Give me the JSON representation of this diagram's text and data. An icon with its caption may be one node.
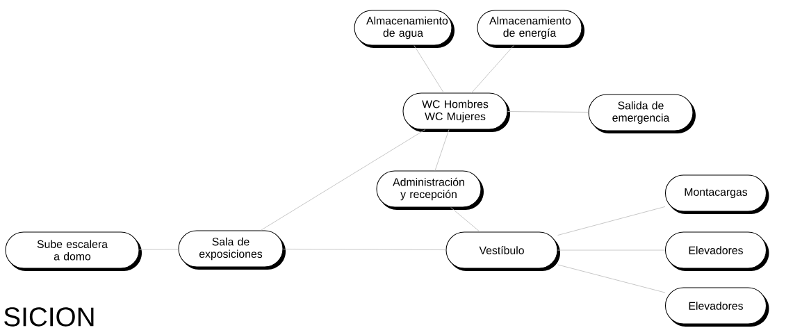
{
  "diagram": {
    "nodes": [
      {
        "text": [
          "Almacenamiento de agua"
        ]
      },
      {
        "text": [
          "Almacenamiento de energía"
        ]
      },
      {
        "text": [
          "WC Hombres WC Mujeres"
        ]
      },
      {
        "text": [
          "Salida de emergencia"
        ]
      },
      {
        "text": [
          "Administración y recepción"
        ]
      },
      {
        "text": [
          "Sube escalera a domo"
        ]
      },
      {
        "text": [
          "Sala de exposiciones"
        ]
      },
      {
        "text": [
          "Vestíbulo"
        ]
      },
      {
        "text": [
          "Montacargas"
        ]
      },
      {
        "text": [
          "Elevadores"
        ]
      },
      {
        "text": [
          "Elevadores"
        ]
      }
    ],
    "edges": [
      {
        "from": 2,
        "to": 0,
        "arrow": "none"
      },
      {
        "from": 2,
        "to": 1,
        "arrow": "none"
      },
      {
        "from": 2,
        "to": 3,
        "arrow": "none"
      },
      {
        "from": 6,
        "to": 2,
        "arrow": "none"
      },
      {
        "from": 2,
        "to": 4,
        "arrow": "none"
      },
      {
        "from": 4,
        "to": 7,
        "arrow": "none"
      },
      {
        "from": 5,
        "to": 6,
        "arrow": "none"
      },
      {
        "from": 6,
        "to": 7,
        "arrow": "none"
      },
      {
        "from": 7,
        "to": 8,
        "arrow": "none"
      },
      {
        "from": 7,
        "to": 9,
        "arrow": "none"
      },
      {
        "from": 7,
        "to": 10,
        "arrow": "none"
      }
    ],
    "labels": [
      "SICION"
    ]
  }
}
